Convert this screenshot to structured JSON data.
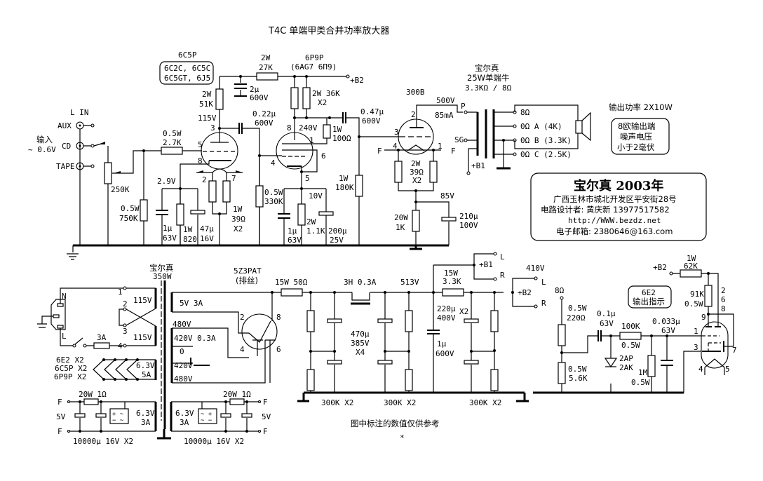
{
  "title": "T4C 单端甲类合并功率放大器",
  "input": {
    "heading": "L IN",
    "label": "输入",
    "level": "~ 0.6V",
    "sources": [
      "AUX",
      "CD",
      "TAPE"
    ],
    "volume_pot": "250K"
  },
  "v1": {
    "tube": "6C5P",
    "equivalents": [
      "6C2C, 6C5C",
      "6C5GT, 6J5"
    ],
    "pins": {
      "plate": "3",
      "grid": "5",
      "cathode": "8",
      "heater_a": "2",
      "heater_b": "7"
    },
    "plate_voltage": "115V",
    "cathode_voltage": "2.9V",
    "grid_stopper": [
      "0.5W",
      "2.7K"
    ],
    "grid_leak": [
      "0.5W",
      "750K"
    ],
    "plate_load": [
      "2W",
      "51K"
    ],
    "cathode_cap": [
      "1μ",
      "63V"
    ],
    "cathode_res": [
      "1W",
      "820"
    ],
    "cathode_ecap": [
      "47μ",
      "16V"
    ],
    "heater_res": [
      "1W",
      "39Ω",
      "X2"
    ],
    "coupling_cap": [
      "0.22μ",
      "600V"
    ]
  },
  "decoupling": {
    "res": [
      "2W",
      "27K"
    ],
    "cap": [
      "2μ",
      "600V"
    ]
  },
  "v2": {
    "tube": "6P9P",
    "equivalents": "(6AG7 6П9)",
    "b2_label": "+B2",
    "plate_load": [
      "2W 36K",
      "X2"
    ],
    "plate_voltage": "240V",
    "pins": {
      "plate": "8",
      "screen": "1",
      "grid": "4",
      "cathode": "5",
      "suppressor": "6"
    },
    "screen_res": [
      "1W",
      "100Ω"
    ],
    "grid_leak": [
      "0.5W",
      "330K"
    ],
    "cathode_voltage": "10V",
    "cathode_cap": [
      "1μ",
      "63V"
    ],
    "cathode_res": [
      "2W",
      "1.1K"
    ],
    "cathode_ecap": [
      "200μ",
      "25V"
    ],
    "coupling_cap": [
      "0.47μ",
      "600V"
    ],
    "grid_res_300b": [
      "1W",
      "180K"
    ]
  },
  "v3": {
    "tube": "300B",
    "pins": {
      "plate": "2",
      "grid": "3",
      "fil_a": "4",
      "fil_b": "1"
    },
    "fil_label": "F",
    "plate_voltage": "500V",
    "plate_current": "85mA",
    "fil_res": [
      "2W",
      "39Ω",
      "X2"
    ],
    "cathode_voltage": "85V",
    "cathode_res": [
      "20W",
      "1K"
    ],
    "cathode_cap": [
      "210μ",
      "100V"
    ]
  },
  "output_transformer": {
    "title": [
      "宝尔真",
      "25W单端牛",
      "3.3KΩ / 8Ω"
    ],
    "primary": {
      "p": "P",
      "sg": "SG",
      "b1": "+B1"
    },
    "taps": [
      "8Ω",
      "0Ω A  (4K)",
      "0Ω B (3.3K)",
      "0Ω C (2.5K)"
    ]
  },
  "output_power": "输出功率 2X10W",
  "noise_note": [
    "8欧输出端",
    "噪声电压",
    "小于2毫伏"
  ],
  "info_box": {
    "heading": "宝尔真 2003年",
    "address": "广西玉林市城北开发区平安街28号",
    "designer": "电路设计者: 黄庆新   13977517582",
    "website": "http://WWW.bezdz.net",
    "email": "电子邮箱: 2380646@163.com"
  },
  "power_transformer": {
    "title": [
      "宝尔真",
      "350W"
    ],
    "plug": {
      "n": "N",
      "l": "L"
    },
    "fuse": "3A",
    "primary_pins": [
      "1",
      "2",
      "3",
      "4"
    ],
    "primary_windings": [
      "115V",
      "115V"
    ],
    "secondaries": [
      "5V 3A",
      "480V",
      "420V 0.3A",
      "0",
      "420V",
      "480V"
    ],
    "heater_winding": [
      "6.3V",
      "5A"
    ],
    "heater_loads": [
      "6E2  X2",
      "6C5P X2",
      "6P9P  X2"
    ],
    "dc_heater": {
      "winding": [
        "6.3V",
        "3A"
      ],
      "res": "20W 1Ω",
      "out": "5V",
      "f": "F",
      "caps": "10000μ 16V  X2"
    }
  },
  "rectifier": {
    "tube": "5Z3PAT",
    "note": "(排丝)",
    "pins": [
      "2",
      "8",
      "4",
      "6"
    ]
  },
  "supply": {
    "res1": "15W  50Ω",
    "choke": "3H  0.3A",
    "caps1": [
      "470μ",
      "385V",
      "X4"
    ],
    "v513": "513V",
    "bleeders": [
      "300K  X2",
      "300K  X2",
      "300K  X2"
    ],
    "cap_film": [
      "1μ",
      "600V"
    ],
    "res2": [
      "15W",
      "3.3K"
    ],
    "caps2": [
      "220μ",
      "400V",
      "X2"
    ],
    "b1": "+B1",
    "b2": "+B2",
    "v410": "410V",
    "lr": [
      "L",
      "R"
    ]
  },
  "indicator": {
    "box": [
      "6E2",
      "输出指示"
    ],
    "tap": "8Ω",
    "div_top": [
      "0.5W",
      "220Ω"
    ],
    "div_bot": [
      "0.5W",
      "5.6K"
    ],
    "cap1": [
      "0.1μ",
      "63V"
    ],
    "diode": [
      "2AP",
      "2AK"
    ],
    "res_series": [
      "100K",
      "0.5W"
    ],
    "res_shunt": [
      "1M",
      "0.5W"
    ],
    "cap2": [
      "0.033μ",
      "63V"
    ],
    "b2": "+B2",
    "res_plate": [
      "1W",
      "62K"
    ],
    "res_target": [
      "91K",
      "0.5W"
    ],
    "pins": [
      "9",
      "1",
      "3",
      "7",
      "4",
      "5",
      "2",
      "6",
      "8"
    ]
  },
  "footnote": "图中标注的数值仅供参考",
  "footnote_mark": "*"
}
